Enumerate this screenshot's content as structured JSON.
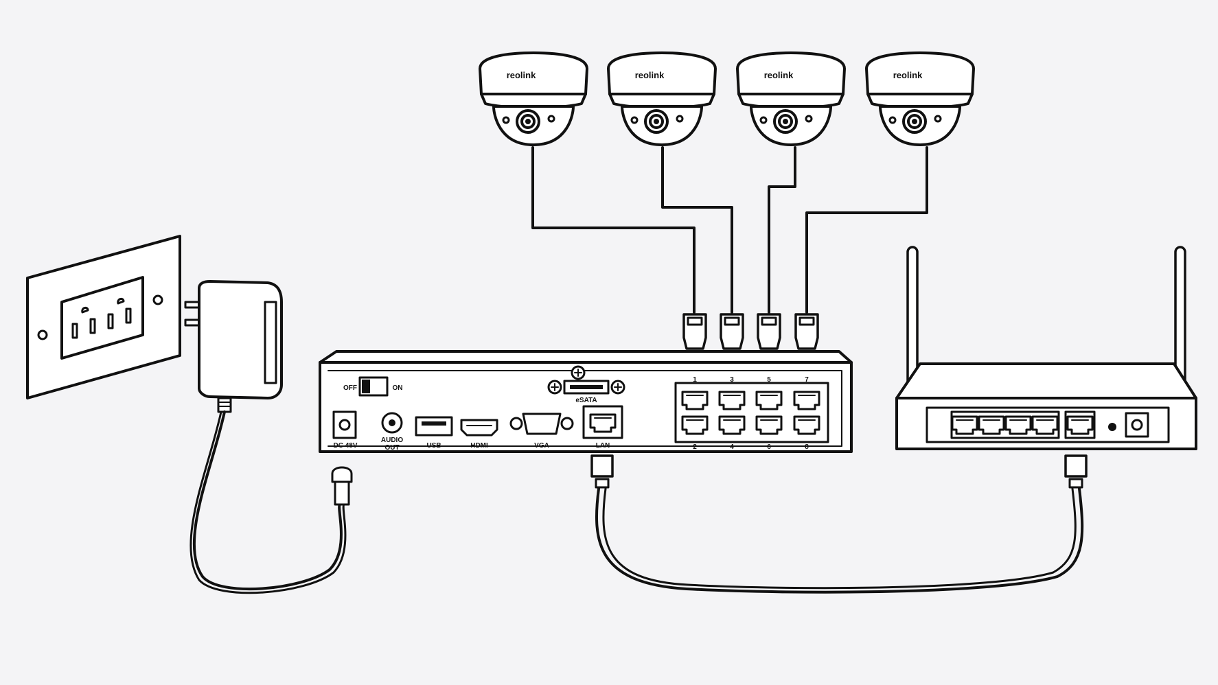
{
  "cameras": [
    {
      "brand": "reolink"
    },
    {
      "brand": "reolink"
    },
    {
      "brand": "reolink"
    },
    {
      "brand": "reolink"
    }
  ],
  "nvr": {
    "power_switch": {
      "off": "OFF",
      "on": "ON"
    },
    "ports": {
      "dc": "DC 48V",
      "audio_line1": "AUDIO",
      "audio_line2": "OUT",
      "usb": "USB",
      "hdmi": "HDMI",
      "vga": "VGA",
      "lan": "LAN",
      "esata": "eSATA"
    },
    "poe_top": [
      "1",
      "3",
      "5",
      "7"
    ],
    "poe_bottom": [
      "2",
      "4",
      "6",
      "8"
    ]
  },
  "icons": {
    "outlet": "wall-outlet-icon",
    "adapter": "power-adapter-icon",
    "router": "router-icon",
    "camera": "dome-camera-icon",
    "nvr": "nvr-icon"
  },
  "colors": {
    "background": "#f4f4f6",
    "stroke": "#111111",
    "fill": "#ffffff"
  }
}
